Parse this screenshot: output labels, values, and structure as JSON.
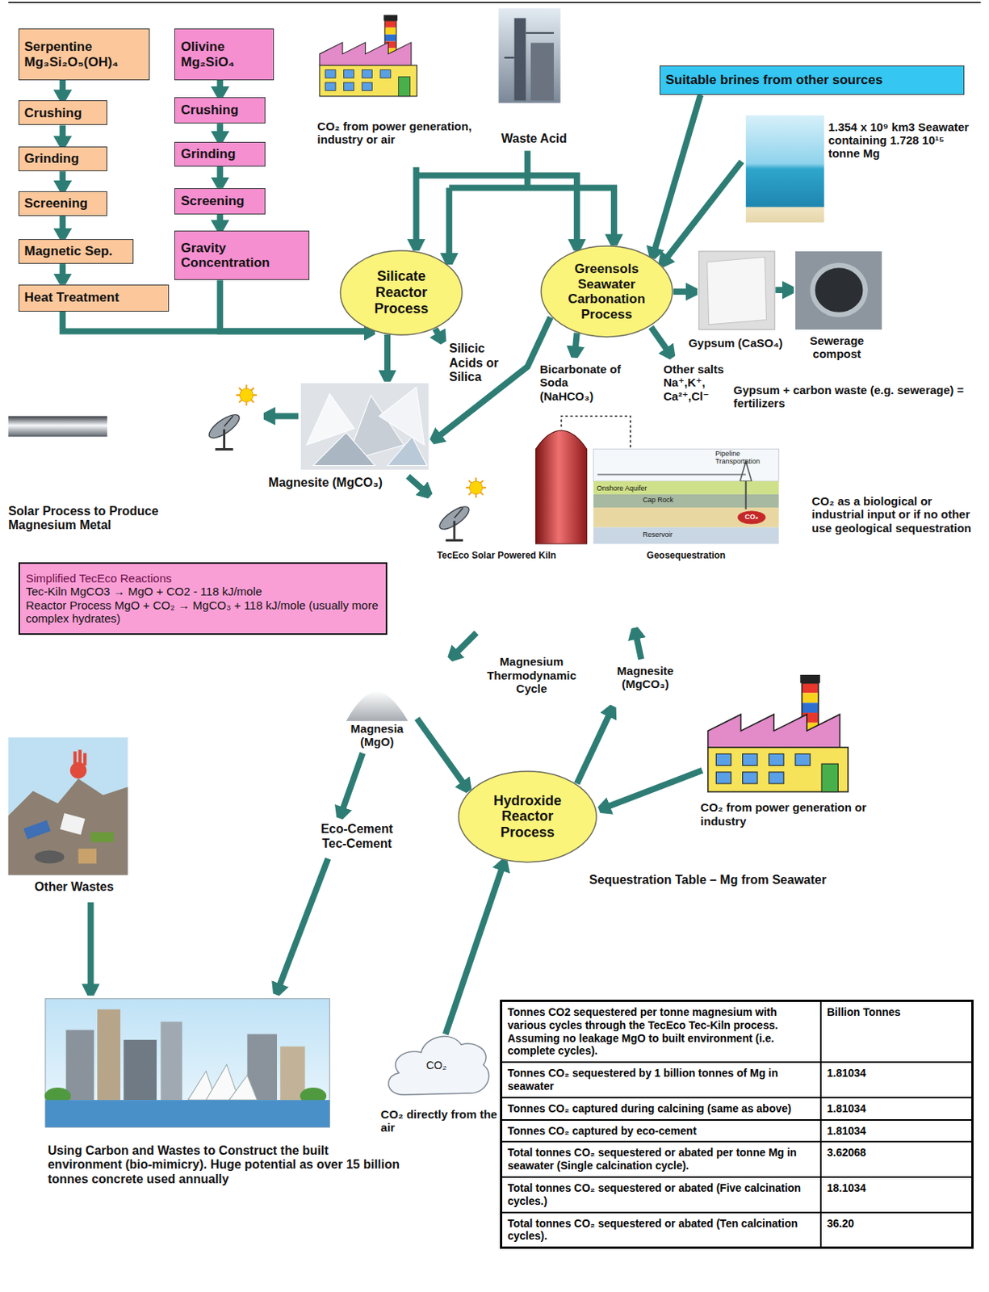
{
  "diagram": {
    "nodes": [
      {
        "text": [
          "Serpentine Mg₃Si₂O₅(OH)₄"
        ]
      },
      {
        "text": [
          "Crushing"
        ]
      },
      {
        "text": [
          "Grinding"
        ]
      },
      {
        "text": [
          "Screening"
        ]
      },
      {
        "text": [
          "Magnetic Sep."
        ]
      },
      {
        "text": [
          "Heat Treatment"
        ]
      },
      {
        "text": [
          "Olivine Mg₂SiO₄"
        ]
      },
      {
        "text": [
          "Crushing"
        ]
      },
      {
        "text": [
          "Grinding"
        ]
      },
      {
        "text": [
          "Screening"
        ]
      },
      {
        "text": [
          "Gravity Concentration"
        ]
      },
      {
        "text": [
          "Suitable brines from other sources"
        ]
      },
      {
        "text": [
          "Silicate Reactor Process"
        ]
      },
      {
        "text": [
          "Greensols Seawater Carbonation Process"
        ]
      },
      {
        "text": [
          "Simplified TecEco Reactions",
          "Tec-Kiln MgCO3 → MgO + CO2 - 118 kJ/mole",
          "Reactor Process MgO + CO₂ → MgCO₃ + 118 kJ/mole (usually more complex hydrates)"
        ]
      },
      {
        "text": [
          "Hydroxide Reactor Process"
        ]
      },
      {
        "text": [
          "CO₂",
          "CO₂ directly from the air"
        ]
      }
    ],
    "edges": [
      {
        "from": 0,
        "to": 1,
        "arrow": "to"
      },
      {
        "from": 1,
        "to": 2,
        "arrow": "to"
      },
      {
        "from": 2,
        "to": 3,
        "arrow": "to"
      },
      {
        "from": 3,
        "to": 4,
        "arrow": "to"
      },
      {
        "from": 4,
        "to": 5,
        "arrow": "to"
      },
      {
        "from": 6,
        "to": 7,
        "arrow": "to"
      },
      {
        "from": 7,
        "to": 8,
        "arrow": "to"
      },
      {
        "from": 8,
        "to": 9,
        "arrow": "to"
      },
      {
        "from": 9,
        "to": 10,
        "arrow": "to"
      },
      {
        "from": 5,
        "to": 12,
        "arrow": "to"
      },
      {
        "from": 10,
        "to": 12,
        "arrow": "to"
      },
      {
        "from": 11,
        "to": 13,
        "arrow": "to"
      },
      {
        "from": 16,
        "to": 15,
        "arrow": "to"
      }
    ],
    "labels": [
      "CO₂ from power generation, industry or air",
      "Waste Acid",
      "1.354 x 10⁹ km3 Seawater containing 1.728 10¹⁵ tonne Mg",
      "Gypsum (CaSO₄)",
      "Sewerage compost",
      "Gypsum + carbon waste (e.g. sewerage) = fertilizers",
      "Silicic Acids or Silica",
      "Bicarbonate of Soda (NaHCO₃)",
      "Other salts Na⁺,K⁺, Ca²⁺,Cl⁻",
      "Magnesite (MgCO₃)",
      "Solar Process to Produce Magnesium Metal",
      "Pipeline Transportation",
      "Onshore Aquifer",
      "Cap Rock",
      "CO₂",
      "Reservoir",
      "TecEco Solar Powered Kiln",
      "Geosequestration",
      "CO₂ as a biological or industrial input or if no other use geological sequestration",
      "Magnesium Thermodynamic Cycle",
      "Magnesite (MgCO₃)",
      "Magnesia (MgO)",
      "CO₂ from power generation or industry",
      "Sequestration Table – Mg from Seawater",
      "Other Wastes",
      "Eco-Cement Tec-Cement",
      "Using Carbon and Wastes to Construct the built environment (bio-mimicry). Huge potential as over 15 billion tonnes concrete used annually",
      "Tonnes CO2 sequestered per tonne magnesium with various cycles through the TecEco Tec-Kiln process. Assuming no leakage MgO to built environment (i.e. complete cycles).",
      "Billion Tonnes",
      "Tonnes CO₂ sequestered by 1 billion tonnes of Mg in seawater",
      "1.81034",
      "Tonnes CO₂ captured during calcining (same as above)",
      "1.81034",
      "Tonnes CO₂ captured by eco-cement",
      "1.81034",
      "Total tonnes CO₂ sequestered or abated per tonne Mg in seawater (Single calcination cycle).",
      "3.62068",
      "Total tonnes CO₂ sequestered or abated (Five calcination cycles.)",
      "18.1034",
      "Total tonnes CO₂ sequestered or abated (Ten calcination cycles).",
      "36.20"
    ]
  }
}
